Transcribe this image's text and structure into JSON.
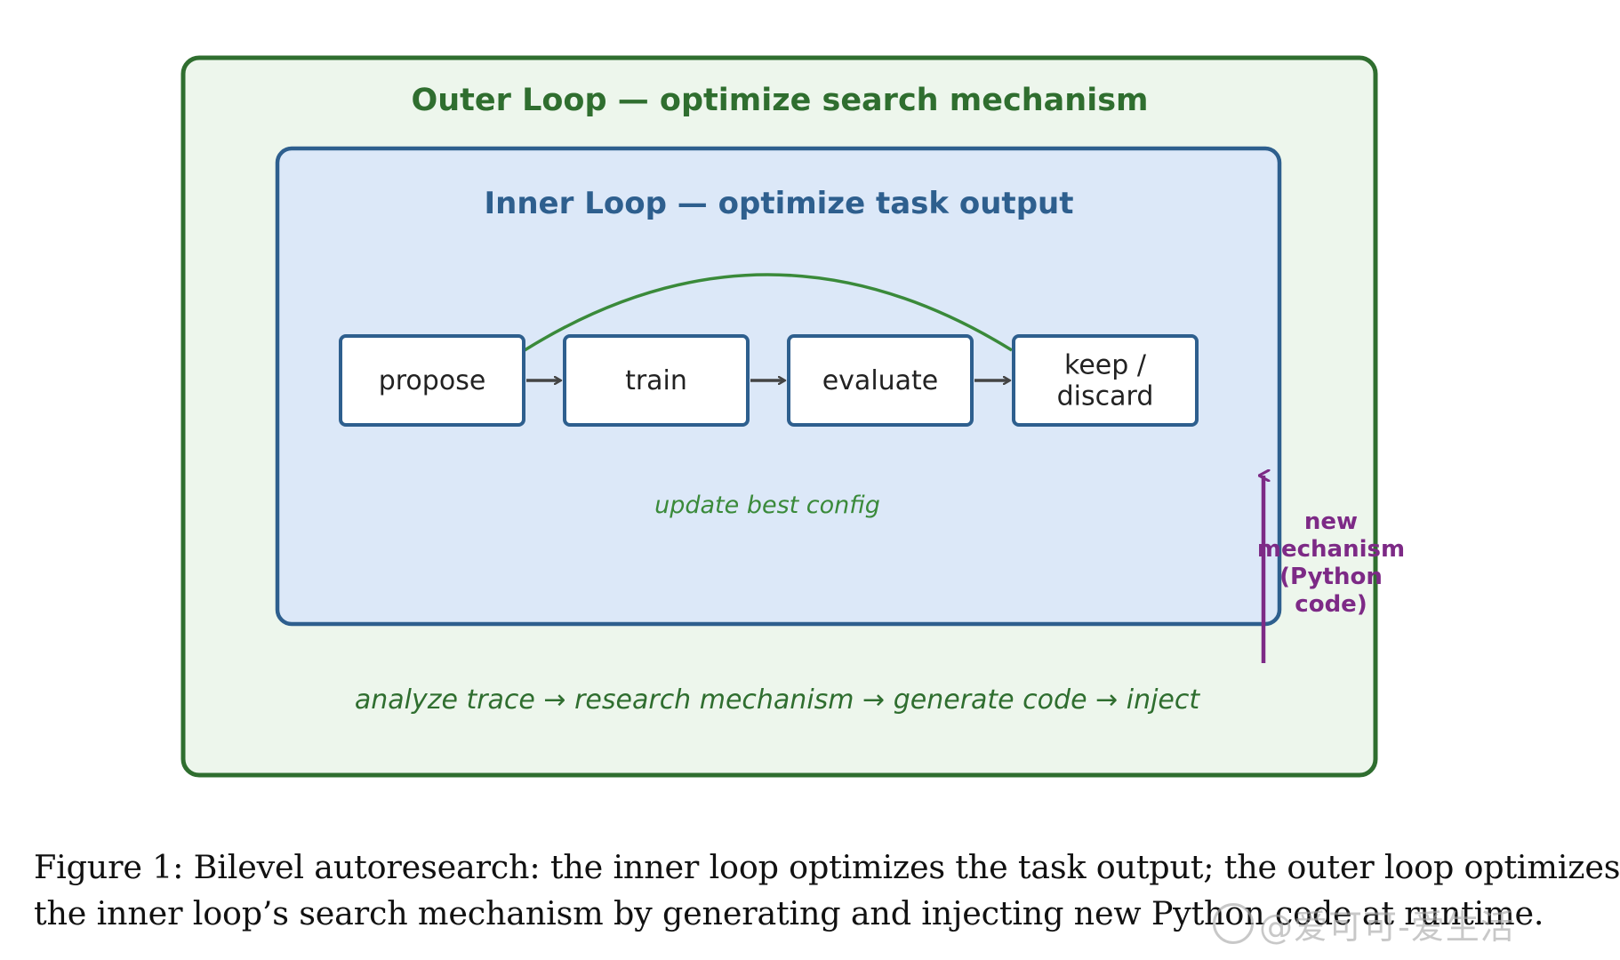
{
  "outer": {
    "title": "Outer Loop — optimize search mechanism",
    "steps": [
      "analyze trace",
      "research mechanism",
      "generate code",
      "inject"
    ],
    "arrow_glyph": "→"
  },
  "inner": {
    "title": "Inner Loop — optimize task output",
    "boxes": [
      {
        "lines": [
          "propose"
        ]
      },
      {
        "lines": [
          "train"
        ]
      },
      {
        "lines": [
          "evaluate"
        ]
      },
      {
        "lines": [
          "keep /",
          "discard"
        ]
      }
    ],
    "feedback_label": "update best config"
  },
  "injection": {
    "label_lines": [
      "new",
      "mechanism",
      "(Python",
      "code)"
    ]
  },
  "caption": {
    "line1": "Figure 1: Bilevel autoresearch: the inner loop optimizes the task output; the outer loop optimizes",
    "line2": "the inner loop’s search mechanism by generating and injecting new Python code at runtime."
  },
  "watermark": {
    "text": "@爱可可-爱生活"
  },
  "colors": {
    "outer_border": "#2f6e2f",
    "outer_fill": "#edf6ec",
    "outer_text": "#2f6e2f",
    "inner_border": "#2e5f8e",
    "inner_fill": "#dce8f8",
    "inner_text": "#2e5f8e",
    "box_border": "#2e5f8e",
    "box_fill": "#ffffff",
    "arrow": "#444444",
    "feedback": "#3a8a3a",
    "injection": "#7d2a86"
  }
}
